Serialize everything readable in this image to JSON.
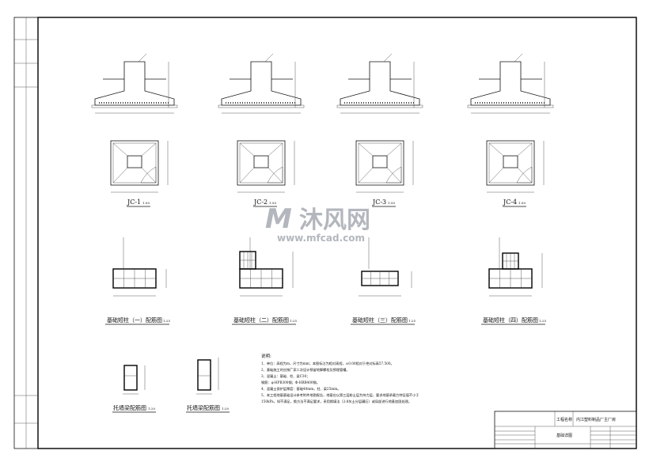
{
  "foundations": [
    {
      "label": "JC-1",
      "scale": "1:50"
    },
    {
      "label": "JC-2",
      "scale": "1:50"
    },
    {
      "label": "JC-3",
      "scale": "1:50"
    },
    {
      "label": "JC-4",
      "scale": "1:50"
    }
  ],
  "columns": [
    {
      "title": "基础短柱（一）配筋图",
      "scale": "1:25"
    },
    {
      "title": "基础短柱（二）配筋图",
      "scale": "1:25"
    },
    {
      "title": "基础短柱（三）配筋图",
      "scale": "1:25"
    },
    {
      "title": "基础短柱（四）配筋图",
      "scale": "1:25"
    }
  ],
  "beams": [
    {
      "title": "托墙梁配筋图",
      "scale": "1:20"
    },
    {
      "title": "托墙梁配筋图",
      "scale": "1:20"
    }
  ],
  "notes": {
    "heading": "说明:",
    "lines": [
      "1、单位：高程为m，尺寸为mm；本图标注为相对高程，±0.00相对于绝对标高57.500。",
      "2、基础施工时应按厂家二次设计预留地脚螺栓及预埋管槽。",
      "3、混凝土：基础、柱、梁C30；",
      "钢筋：φ-HPB300钢；Φ-HRB400钢。",
      "4、混凝土保护层厚度：基础40mm，柱、梁25mm。",
      "5、本工程地基基础设计参考附件地勘报告，地基应以第三层粉土层为持力层，要求地基承载力特征值不小于",
      "150kPa，如不满足，换方法不满足要求，采用换填法（2:8灰土分层碾压）或局部进行地基加固处理。"
    ]
  },
  "title_block": {
    "project_label": "工程名称",
    "project_name": "内江塑料制品厂主厂房",
    "drawing_name": "基础详图"
  },
  "watermark": {
    "brand": "沐风网",
    "url": "www.mfcad.com"
  }
}
